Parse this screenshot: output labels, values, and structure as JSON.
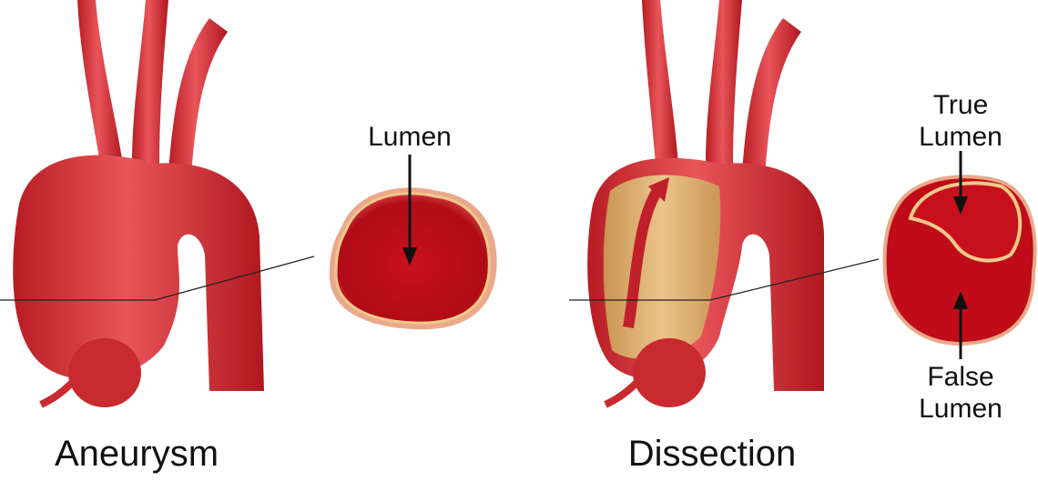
{
  "panels": {
    "left": {
      "title": "Aneurysm",
      "cross_section_labels": [
        "Lumen"
      ]
    },
    "right": {
      "title": "Dissection",
      "true_lumen": [
        "True",
        "Lumen"
      ],
      "false_lumen": [
        "False",
        "Lumen"
      ]
    }
  },
  "colors": {
    "vessel": "#d9353a",
    "vessel_dark": "#b01820",
    "lumen": "#c0101c",
    "wall": "#f0c98a",
    "false_channel": "#d9b070"
  }
}
